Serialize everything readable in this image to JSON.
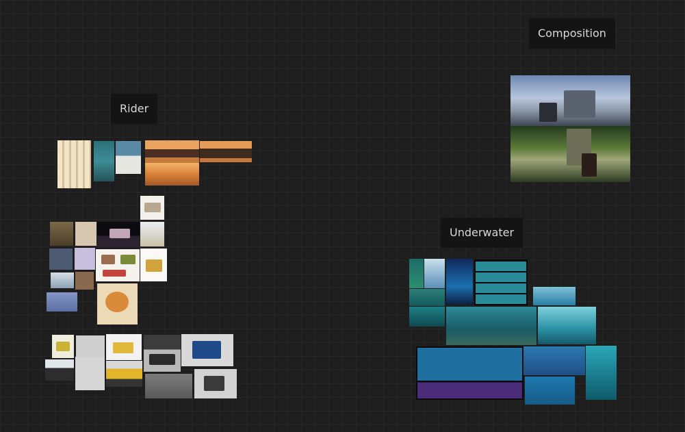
{
  "board": {
    "groups": [
      {
        "id": "composition",
        "label": "Composition"
      },
      {
        "id": "rider",
        "label": "Rider"
      },
      {
        "id": "underwater",
        "label": "Underwater"
      }
    ]
  },
  "colors": {
    "canvas": "#1e1e1e",
    "label_bg": "#141414",
    "label_text": "#d8d8d8",
    "sky": "#9fb6d4",
    "forest": "#3b5a2c",
    "desert": "#d98a3a",
    "sand": "#f2e2c0",
    "white_card": "#f4f2ee",
    "teal": "#1e8a9e",
    "deep_blue": "#0d3d5e",
    "grey_render": "#8e8e8e"
  },
  "icons": {
    "group_label": "text-tag",
    "thumbnail": "image-thumbnail"
  }
}
